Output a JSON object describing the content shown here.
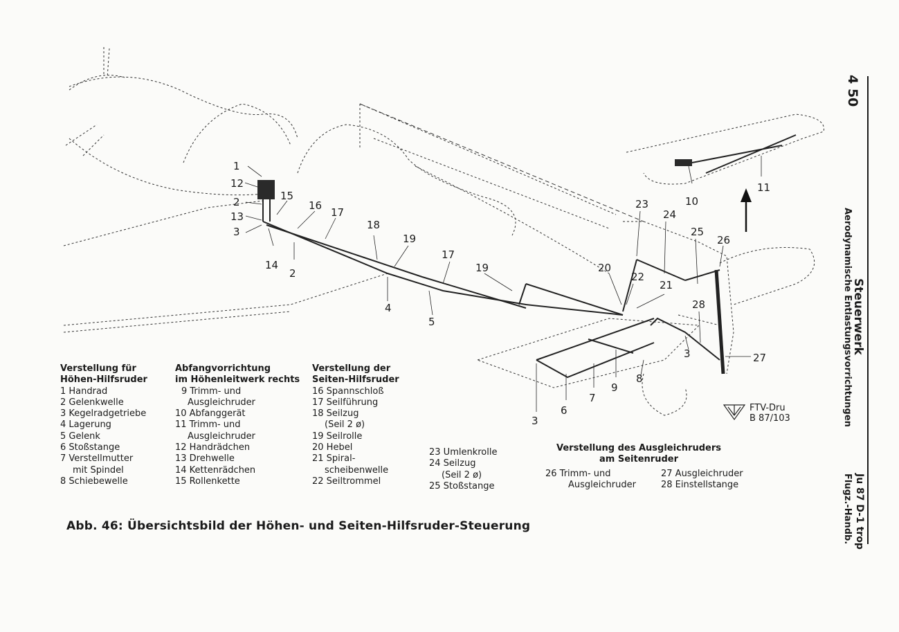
{
  "sidebar": {
    "page_number": "4 50",
    "section_title": "Steuerwerk",
    "section_subtitle": "Aerodynamische Entlastungsvorrichtungen",
    "manual_line1": "Ju 87 D-1 trop",
    "manual_line2": "Flugz.-Handb."
  },
  "diagram": {
    "callouts": [
      "1",
      "12",
      "2",
      "13",
      "3",
      "15",
      "16",
      "17",
      "18",
      "19",
      "14",
      "2",
      "4",
      "17",
      "5",
      "19",
      "20",
      "23",
      "24",
      "25",
      "26",
      "22",
      "21",
      "28",
      "3",
      "27",
      "10",
      "11",
      "8",
      "9",
      "7",
      "6",
      "3"
    ],
    "stamp_line1": "FTV-Dru",
    "stamp_line2": "B 87/103"
  },
  "legend": {
    "col1": {
      "heading1": "Verstellung für",
      "heading2": "Höhen-Hilfsruder",
      "items": [
        "1 Handrad",
        "2 Gelenkwelle",
        "3 Kegelradgetriebe",
        "4 Lagerung",
        "5 Gelenk",
        "6 Stoßstange",
        "7 Verstellmutter",
        "mit Spindel",
        "8 Schiebewelle"
      ]
    },
    "col2": {
      "heading1": "Abfangvorrichtung",
      "heading2": "im Höhenleitwerk rechts",
      "items": [
        "9 Trimm- und",
        "Ausgleichruder",
        "10 Abfanggerät",
        "11 Trimm- und",
        "Ausgleichruder",
        "12 Handrädchen",
        "13 Drehwelle",
        "14 Kettenrädchen",
        "15 Rollenkette"
      ]
    },
    "col3": {
      "heading1": "Verstellung der",
      "heading2": "Seiten-Hilfsruder",
      "items": [
        "16 Spannschloß",
        "17 Seilführung",
        "18 Seilzug",
        "(Seil 2 ø)",
        "19 Seilrolle",
        "20 Hebel",
        "21 Spiral-",
        "scheibenwelle",
        "22 Seiltrommel"
      ]
    },
    "col4": {
      "items": [
        "23 Umlenkrolle",
        "24 Seilzug",
        "(Seil 2 ø)",
        "25 Stoßstange"
      ]
    },
    "col5": {
      "heading1": "Verstellung des Ausgleichruders",
      "heading2": "am Seitenruder",
      "items": [
        "26 Trimm- und",
        "Ausgleichruder",
        "27 Ausgleichruder",
        "28 Einstellstange"
      ]
    }
  },
  "caption": "Abb. 46: Übersichtsbild der Höhen- und Seiten-Hilfsruder-Steuerung"
}
